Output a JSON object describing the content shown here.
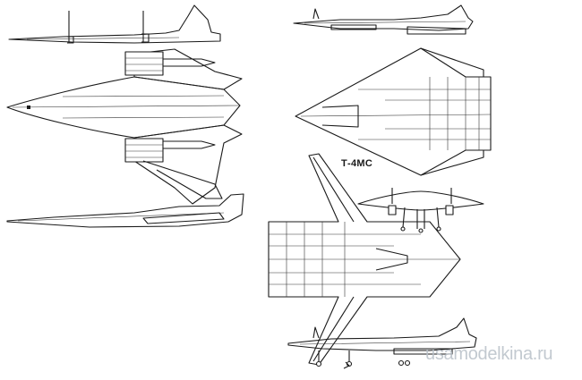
{
  "labels": {
    "model": "Т-4МС",
    "watermark": "usamodelkina.ru"
  },
  "views": [
    "side-view-top-left",
    "top-view-left",
    "side-view-bottom-left",
    "side-view-top-right",
    "top-view-right",
    "front-view",
    "bottom-view",
    "side-view-bottom-right"
  ],
  "colors": {
    "line": "#1a1a1a",
    "watermark": "#b8c0c8",
    "background": "#ffffff"
  }
}
